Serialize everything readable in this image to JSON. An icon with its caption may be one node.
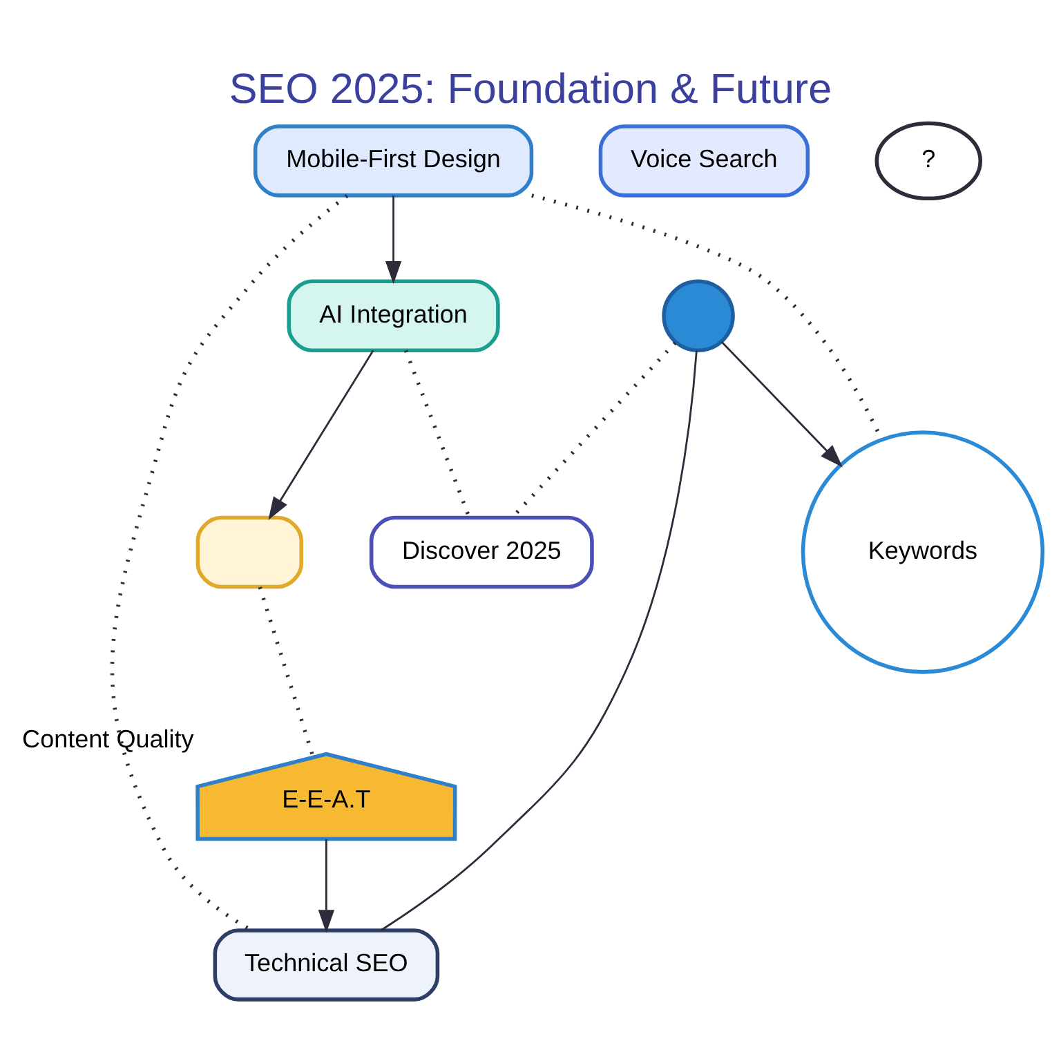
{
  "diagram": {
    "title": "SEO 2025: Foundation & Future",
    "nodes": [
      {
        "text": [
          "AI Integration"
        ]
      },
      {
        "text": [],
        "shape": "box"
      },
      {
        "text": [
          "E-E-A.T"
        ],
        "beside": [
          "Content Quality"
        ]
      },
      {
        "text": [
          "Technical SEO"
        ]
      },
      {
        "text": [
          "Voice Search"
        ]
      },
      {
        "text": [
          "?"
        ]
      },
      {
        "text": [
          "Mobile-First Design"
        ]
      },
      {
        "text": [
          "Keywords"
        ]
      },
      {
        "text": [
          "Discover 2025"
        ]
      },
      {
        "text": [],
        "shape": "circle"
      }
    ],
    "edges": [
      {
        "from": 6,
        "to": 0,
        "arrow": "to"
      },
      {
        "from": 0,
        "to": 1,
        "arrow": "to"
      },
      {
        "from": 1,
        "to": 2,
        "arrow": "none",
        "style": "dashed"
      },
      {
        "from": 2,
        "to": 3,
        "arrow": "to"
      },
      {
        "from": 6,
        "to": 3,
        "arrow": "none",
        "style": "dashed"
      },
      {
        "from": 6,
        "to": 7,
        "arrow": "none",
        "style": "dashed"
      },
      {
        "from": 0,
        "to": 8,
        "arrow": "none",
        "style": "dashed"
      },
      {
        "from": 9,
        "to": 8,
        "arrow": "none",
        "style": "dashed"
      },
      {
        "from": 9,
        "to": 7,
        "arrow": "to"
      },
      {
        "from": 9,
        "to": 3,
        "arrow": "none"
      }
    ]
  }
}
